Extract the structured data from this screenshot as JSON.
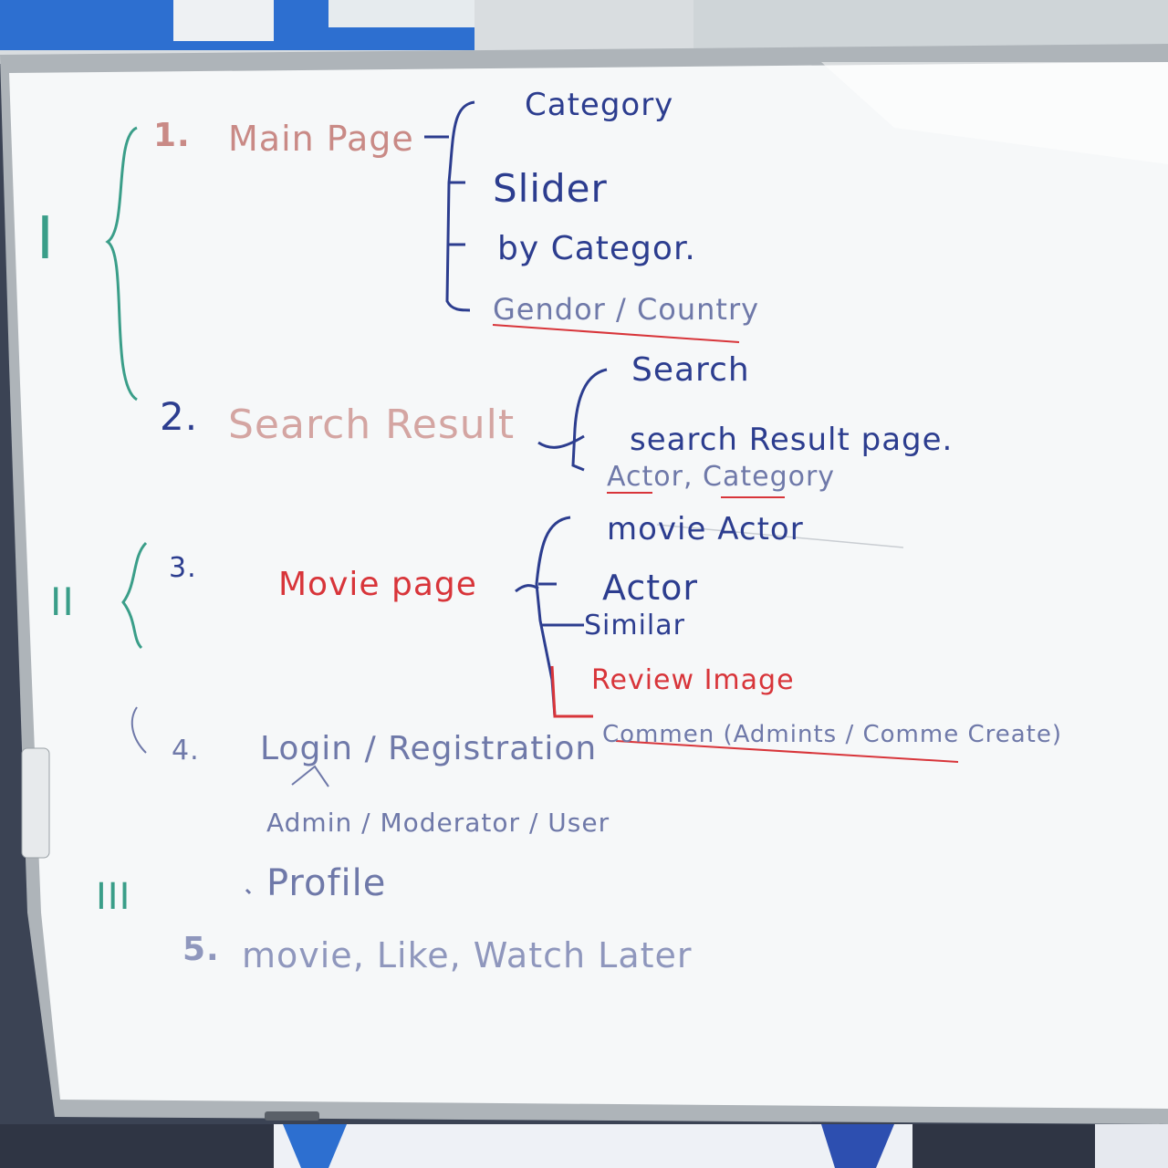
{
  "colors": {
    "board": "#f6f8f9",
    "frame": "#b9bfc4",
    "blue_ink": "#2c3d8f",
    "red_ink": "#d8353a",
    "green_ink": "#3a9e89",
    "wall": "#2b3242",
    "poster_blue": "#2d6fd0"
  },
  "board": {
    "section_1": {
      "numeral": "I",
      "item_1_number": "1.",
      "item_1_title": "Main Page",
      "item_1_children": [
        "Category",
        "Slider",
        "by Categor.",
        "Gendor / Country"
      ],
      "item_2_number": "2.",
      "item_2_title": "Search Result",
      "item_2_children": [
        "Search",
        "search Result page.",
        "Actor, Category"
      ]
    },
    "section_2": {
      "numeral": "II",
      "item_3_number": "3.",
      "item_3_title": "Movie page",
      "item_3_children": [
        "movie Actor",
        "Actor",
        "Similar",
        "Review Image",
        "Commen (Admints / Comme Create)"
      ],
      "item_4_number": "4.",
      "item_4_title": "Login / Registration",
      "item_4_sub": "Admin / Moderator / User",
      "item_4_sub2": "Profile"
    },
    "section_3": {
      "numeral": "III",
      "item_5_number": "5.",
      "item_5_text": "movie, Like, Watch Later"
    }
  }
}
